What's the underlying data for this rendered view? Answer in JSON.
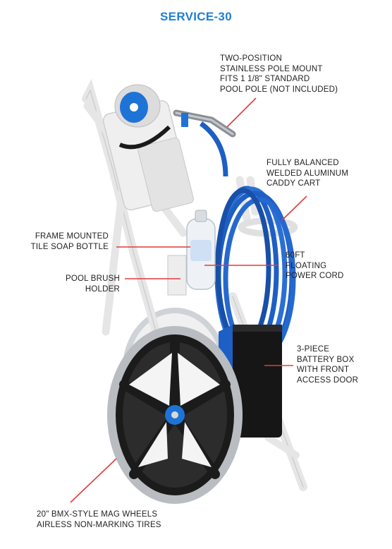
{
  "title": "SERVICE-30",
  "colors": {
    "title": "#1f7fd0",
    "callout_line": "#e23b3b",
    "frame": "#e6e6e6",
    "cord": "#1d5fc4",
    "tire": "#b9bdc2",
    "rim": "#1b1b1b",
    "hub": "#1e73d6",
    "battery": "#161616"
  },
  "callouts": {
    "pole_mount": [
      "TWO-POSITION",
      "STAINLESS POLE MOUNT",
      "FITS 1 1/8\" STANDARD",
      "POOL POLE (NOT INCLUDED)"
    ],
    "caddy_cart": [
      "FULLY BALANCED",
      "WELDED ALUMINUM",
      "CADDY CART"
    ],
    "soap_bottle": [
      "FRAME MOUNTED",
      "TILE SOAP BOTTLE"
    ],
    "power_cord": [
      "60FT",
      "FLOATING",
      "POWER CORD"
    ],
    "brush_holder": [
      "POOL BRUSH",
      "HOLDER"
    ],
    "battery_box": [
      "3-PIECE",
      "BATTERY BOX",
      "WITH FRONT",
      "ACCESS DOOR"
    ],
    "wheels": [
      "20\" BMX-STYLE MAG WHEELS",
      "AIRLESS NON-MARKING TIRES"
    ]
  }
}
